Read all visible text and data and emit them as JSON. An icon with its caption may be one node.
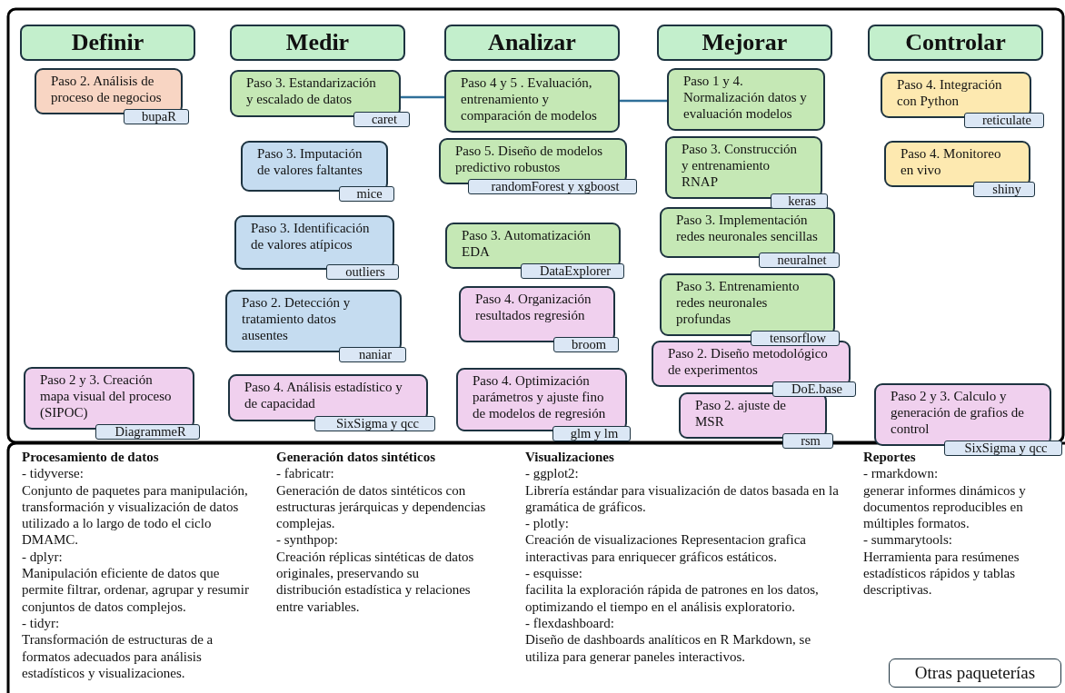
{
  "diagram": {
    "nodes": [
      {
        "text": [
          "Definir"
        ]
      },
      {
        "text": [
          "Paso 2. Análisis de proceso de negocios"
        ]
      },
      {
        "text": [
          "bupaR"
        ]
      },
      {
        "text": [
          "Paso 2 y 3. Creación mapa visual del proceso (SIPOC)"
        ]
      },
      {
        "text": [
          "DiagrammeR"
        ]
      },
      {
        "text": [
          "Medir"
        ]
      },
      {
        "text": [
          "Paso 3. Estandarización y escalado de datos"
        ]
      },
      {
        "text": [
          "caret"
        ]
      },
      {
        "text": [
          "Paso 3. Imputación de valores faltantes"
        ]
      },
      {
        "text": [
          "mice"
        ]
      },
      {
        "text": [
          "Paso 3. Identificación de valores atípicos"
        ]
      },
      {
        "text": [
          "outliers"
        ]
      },
      {
        "text": [
          "Paso 2. Detección y tratamiento datos ausentes"
        ]
      },
      {
        "text": [
          "naniar"
        ]
      },
      {
        "text": [
          "Paso 4. Análisis estadístico y de capacidad"
        ]
      },
      {
        "text": [
          "SixSigma y qcc"
        ]
      },
      {
        "text": [
          "Analizar"
        ]
      },
      {
        "text": [
          "Paso 4 y 5 . Evaluación, entrenamiento y comparación de modelos"
        ]
      },
      {
        "text": [
          "Paso 5. Diseño de modelos predictivo robustos"
        ]
      },
      {
        "text": [
          "randomForest y xgboost"
        ]
      },
      {
        "text": [
          "Paso 3. Automatización EDA"
        ]
      },
      {
        "text": [
          "DataExplorer"
        ]
      },
      {
        "text": [
          "Paso 4. Organización resultados regresión"
        ]
      },
      {
        "text": [
          "broom"
        ]
      },
      {
        "text": [
          "Paso 4. Optimización parámetros y ajuste fino de modelos de regresión"
        ]
      },
      {
        "text": [
          "glm y lm"
        ]
      },
      {
        "text": [
          "Mejorar"
        ]
      },
      {
        "text": [
          "Paso 1 y 4. Normalización datos y evaluación modelos"
        ]
      },
      {
        "text": [
          "Paso 3. Construcción y entrenamiento RNAP"
        ]
      },
      {
        "text": [
          "keras"
        ]
      },
      {
        "text": [
          "Paso 3. Implementación redes neuronales sencillas"
        ]
      },
      {
        "text": [
          "neuralnet"
        ]
      },
      {
        "text": [
          "Paso 3. Entrenamiento redes neuronales profundas"
        ]
      },
      {
        "text": [
          "tensorflow"
        ]
      },
      {
        "text": [
          "Paso 2. Diseño metodológico de experimentos"
        ]
      },
      {
        "text": [
          "DoE.base"
        ]
      },
      {
        "text": [
          "Paso 2. ajuste de MSR"
        ]
      },
      {
        "text": [
          "rsm"
        ]
      },
      {
        "text": [
          "Controlar"
        ]
      },
      {
        "text": [
          "Paso 4. Integración con Python"
        ]
      },
      {
        "text": [
          "reticulate"
        ]
      },
      {
        "text": [
          "Paso 4. Monitoreo en vivo"
        ]
      },
      {
        "text": [
          "shiny"
        ]
      },
      {
        "text": [
          "Paso 2 y 3. Calculo y generación de grafios de control"
        ]
      },
      {
        "text": [
          "SixSigma y qcc"
        ]
      },
      {
        "text": [
          "Otras paqueterías"
        ]
      }
    ],
    "edges": [
      {
        "from": 6,
        "to": 17,
        "arrow": "none"
      },
      {
        "from": 17,
        "to": 27,
        "arrow": "none"
      }
    ],
    "labels": [
      "Procesamiento de datos",
      "- tidyverse:",
      "Conjunto de paquetes para manipulación, transformación y visualización de datos utilizado a lo largo de todo el ciclo DMAMC.",
      "- dplyr:",
      "Manipulación eficiente de datos que permite filtrar, ordenar, agrupar y resumir conjuntos de datos complejos.",
      "- tidyr:",
      "Transformación de estructuras de a formatos adecuados para análisis estadísticos y visualizaciones.",
      "Generación datos sintéticos",
      "- fabricatr:",
      "Generación de datos sintéticos con estructuras jerárquicas y dependencias complejas.",
      "- synthpop:",
      "Creación réplicas sintéticas de datos originales, preservando su distribución estadística y relaciones entre variables.",
      "Visualizaciones",
      "- ggplot2:",
      "Librería estándar para visualización de datos basada en la gramática de gráficos.",
      "- plotly:",
      "Creación de visualizaciones Representacion grafica interactivas para enriquecer gráficos estáticos.",
      "- esquisse:",
      "facilita la exploración rápida de patrones en los datos, optimizando el tiempo en el análisis exploratorio.",
      "- flexdashboard:",
      "Diseño de dashboards analíticos en R Markdown, se utiliza para generar paneles interactivos.",
      "Reportes",
      "- rmarkdown:",
      "generar informes dinámicos y documentos reproducibles en múltiples formatos.",
      "- summarytools:",
      "Herramienta para resúmenes estadísticos rápidos y tablas descriptivas."
    ]
  }
}
